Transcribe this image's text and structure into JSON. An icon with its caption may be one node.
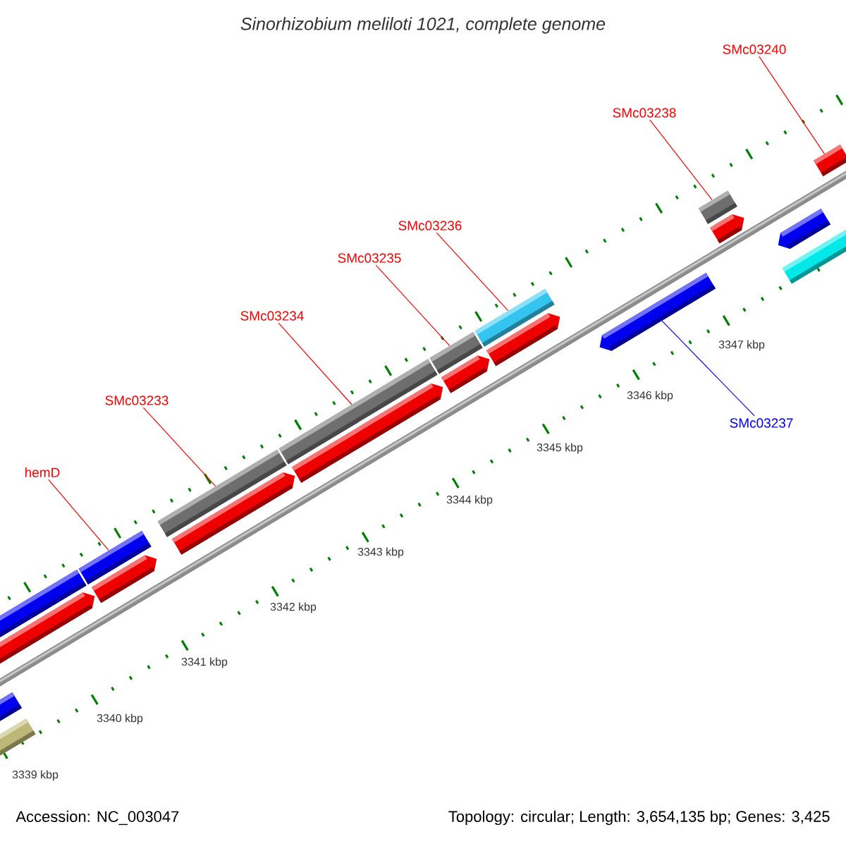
{
  "diagram": {
    "title": "Sinorhizobium meliloti 1021, complete genome",
    "nodes": [
      {
        "text": [
          "SMc03240"
        ]
      },
      {
        "text": [
          "SMc03238"
        ]
      },
      {
        "text": [
          "SMc03236"
        ]
      },
      {
        "text": [
          "SMc03235"
        ]
      },
      {
        "text": [
          "SMc03234"
        ]
      },
      {
        "text": [
          "SMc03233"
        ]
      },
      {
        "text": [
          "hemD"
        ]
      },
      {
        "text": [
          "SMc03237"
        ]
      },
      {
        "text": [],
        "shape": "bar"
      },
      {
        "text": [],
        "shape": "bar"
      },
      {
        "text": [],
        "shape": "bar"
      },
      {
        "text": [],
        "shape": "bar"
      },
      {
        "text": [],
        "shape": "bar"
      },
      {
        "text": [],
        "shape": "bar"
      },
      {
        "text": [],
        "shape": "bar"
      },
      {
        "text": [],
        "shape": "bar"
      },
      {
        "text": [],
        "shape": "bar"
      },
      {
        "text": [],
        "shape": "bar"
      },
      {
        "text": [],
        "shape": "bar"
      },
      {
        "text": [],
        "shape": "bar"
      },
      {
        "text": [],
        "shape": "bar"
      },
      {
        "text": [],
        "shape": "bar"
      },
      {
        "text": [],
        "shape": "bar"
      },
      {
        "text": [],
        "shape": "bar"
      },
      {
        "text": [],
        "shape": "bar"
      },
      {
        "text": [],
        "shape": "bar"
      },
      {
        "text": [],
        "shape": "bar"
      },
      {
        "text": [],
        "shape": "bar"
      }
    ],
    "edges": [
      {
        "from": 6,
        "to": 12,
        "arrow": "none"
      },
      {
        "from": 5,
        "to": 14,
        "arrow": "none"
      },
      {
        "from": 4,
        "to": 16,
        "arrow": "none"
      },
      {
        "from": 3,
        "to": 18,
        "arrow": "none"
      },
      {
        "from": 2,
        "to": 20,
        "arrow": "none"
      },
      {
        "from": 7,
        "to": 22,
        "arrow": "none",
        "color": "#0000ff"
      },
      {
        "from": 1,
        "to": 23,
        "arrow": "none"
      },
      {
        "from": 0,
        "to": 27,
        "arrow": "none"
      }
    ],
    "labels": [
      "3347 kbp",
      "3346 kbp",
      "3345 kbp",
      "3344 kbp",
      "3343 kbp",
      "3342 kbp",
      "3341 kbp",
      "3340 kbp",
      "3339 kbp",
      "Accession: NC_003047",
      "Topology: circular; Length: 3,654,135 bp; Genes: 3,425"
    ]
  }
}
